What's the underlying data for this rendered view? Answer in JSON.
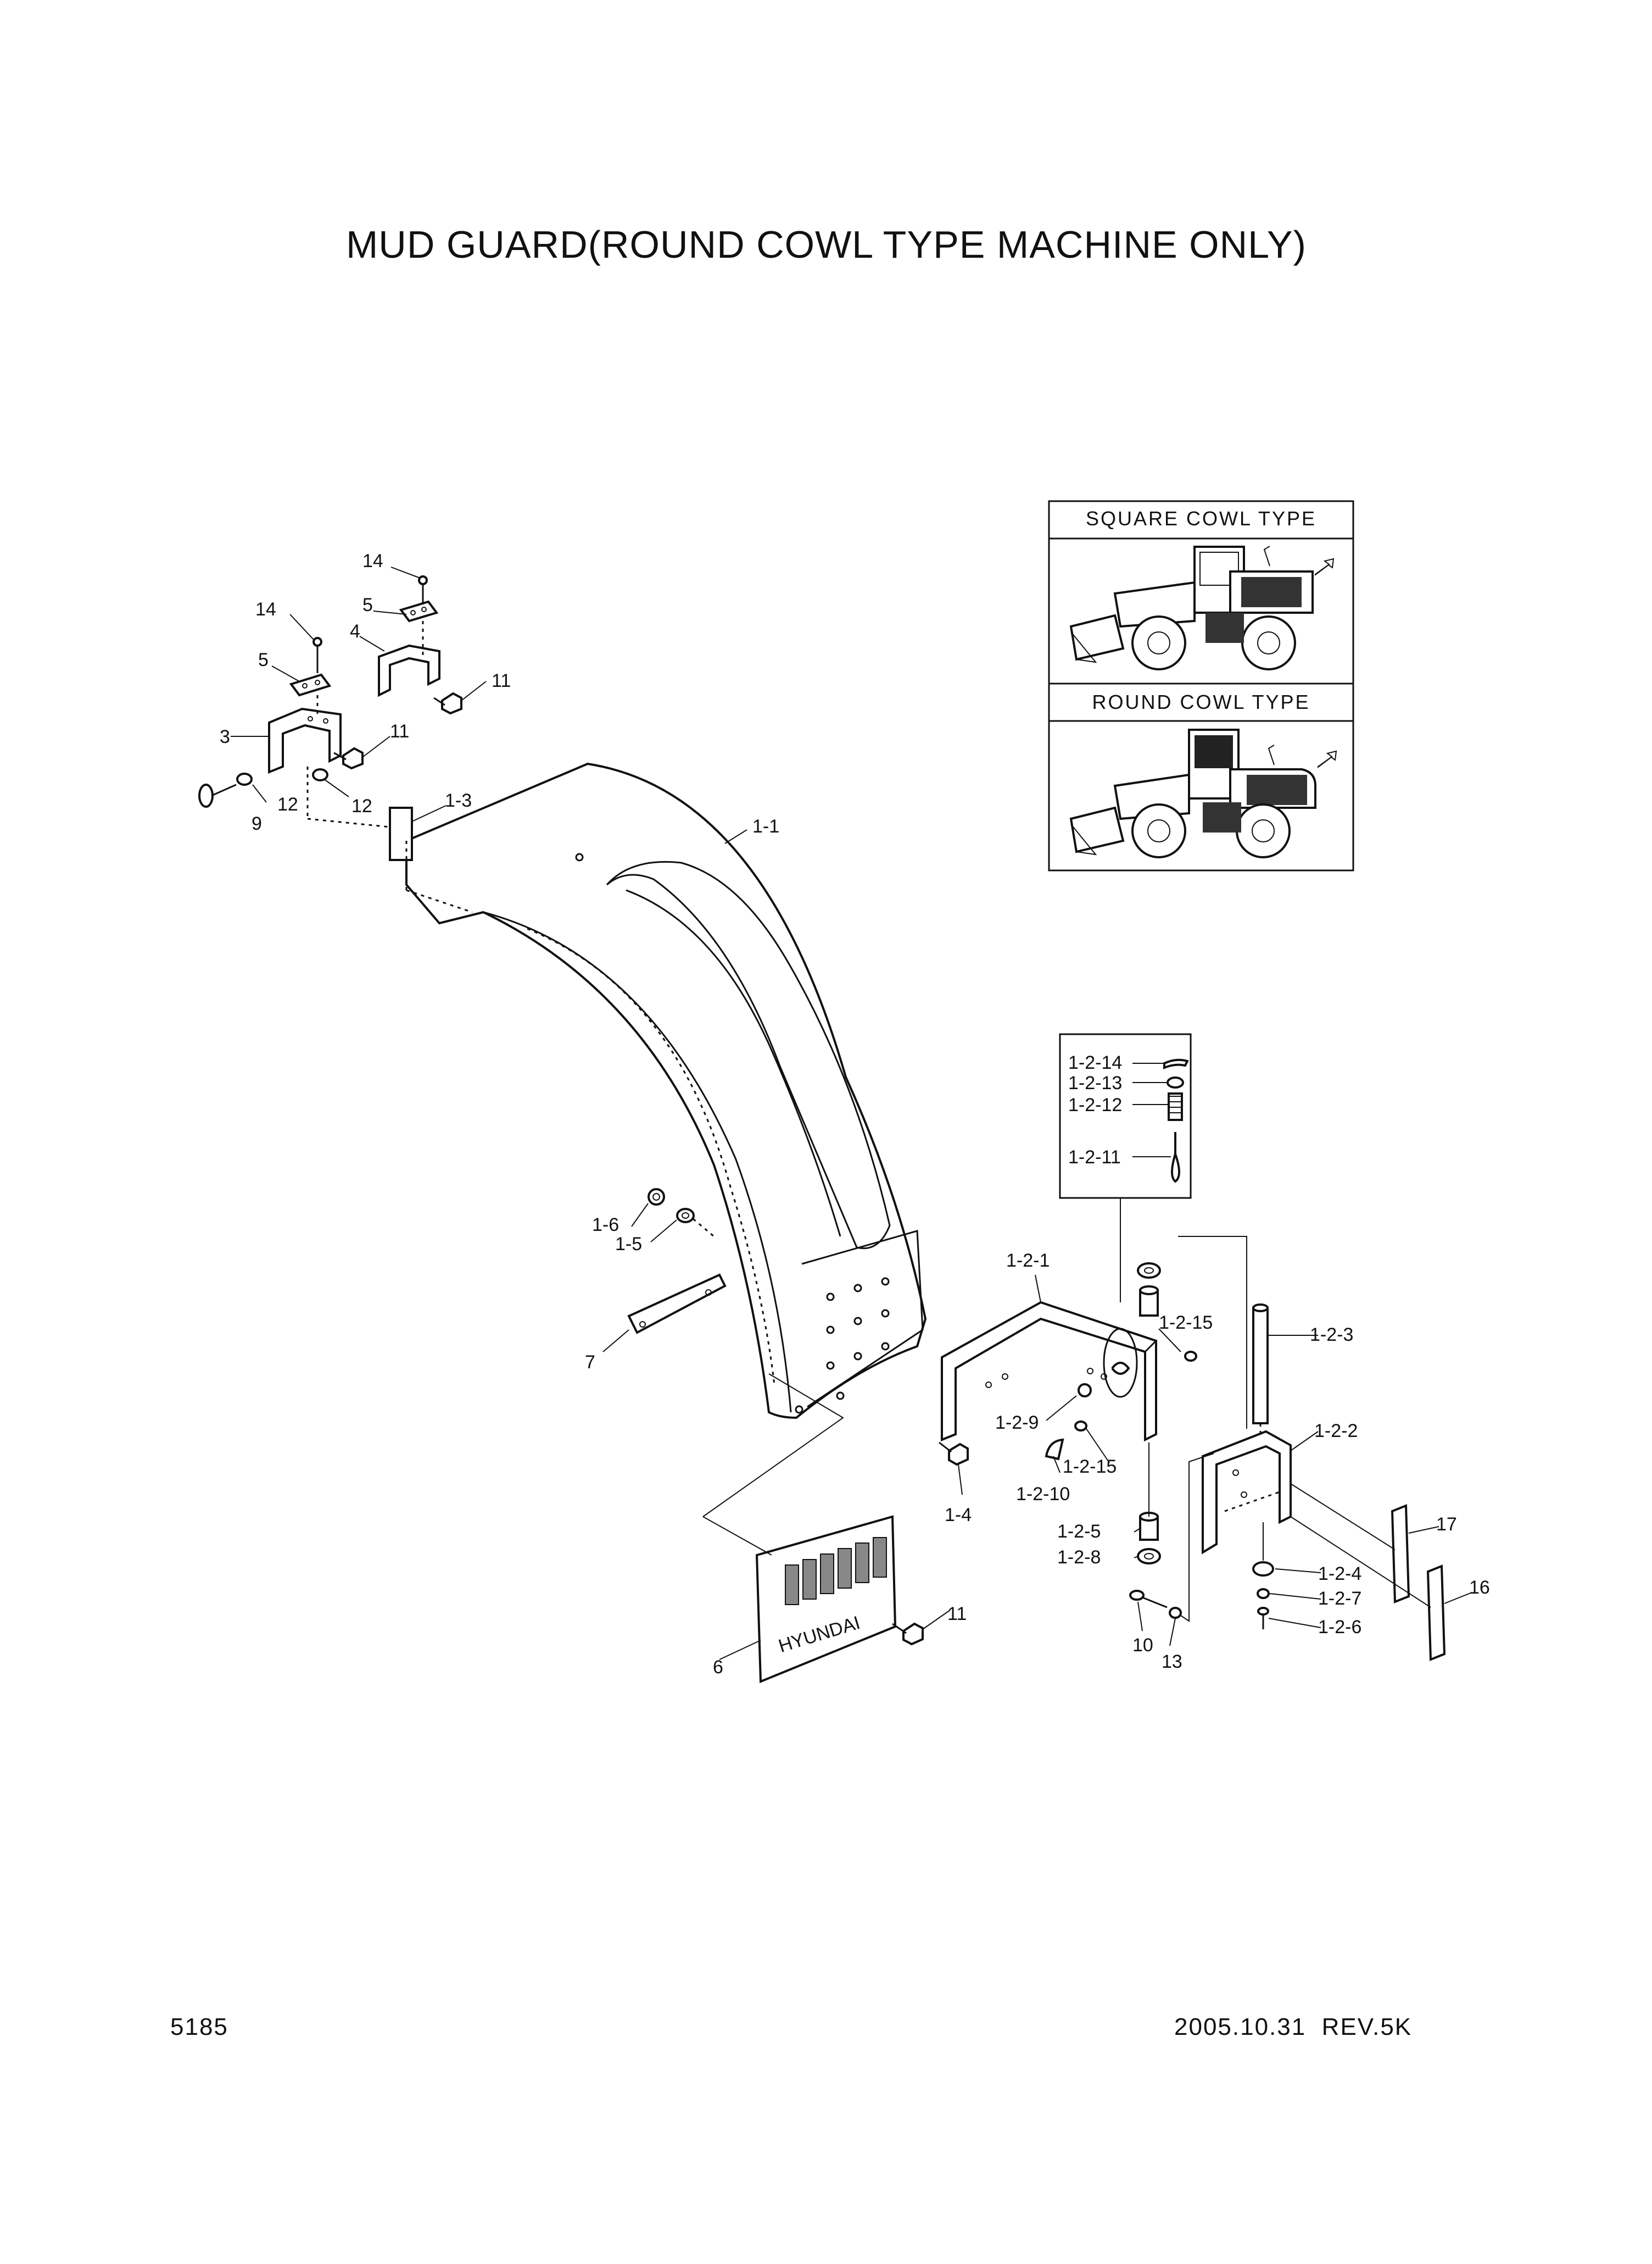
{
  "title": "MUD GUARD(ROUND COWL TYPE MACHINE ONLY)",
  "footer": {
    "page_number": "5185",
    "revision": "2005.10.31  REV.5K"
  },
  "inset": {
    "top_label": "SQUARE COWL TYPE",
    "bottom_label": "ROUND COWL TYPE"
  },
  "callouts": {
    "c1_1": "1-1",
    "c1_3": "1-3",
    "c1_4": "1-4",
    "c1_5": "1-5",
    "c1_6": "1-6",
    "c1_2_1": "1-2-1",
    "c1_2_2": "1-2-2",
    "c1_2_3": "1-2-3",
    "c1_2_4": "1-2-4",
    "c1_2_5": "1-2-5",
    "c1_2_6": "1-2-6",
    "c1_2_7": "1-2-7",
    "c1_2_8": "1-2-8",
    "c1_2_9": "1-2-9",
    "c1_2_10": "1-2-10",
    "c1_2_11": "1-2-11",
    "c1_2_12": "1-2-12",
    "c1_2_13": "1-2-13",
    "c1_2_14": "1-2-14",
    "c1_2_15a": "1-2-15",
    "c1_2_15b": "1-2-15",
    "c3": "3",
    "c4": "4",
    "c5a": "5",
    "c5b": "5",
    "c6": "6",
    "c7": "7",
    "c9": "9",
    "c10": "10",
    "c11a": "11",
    "c11b": "11",
    "c11c": "11",
    "c12a": "12",
    "c12b": "12",
    "c13": "13",
    "c14a": "14",
    "c14b": "14",
    "c16": "16",
    "c17": "17"
  },
  "mudflap_text": "HYUNDAI"
}
